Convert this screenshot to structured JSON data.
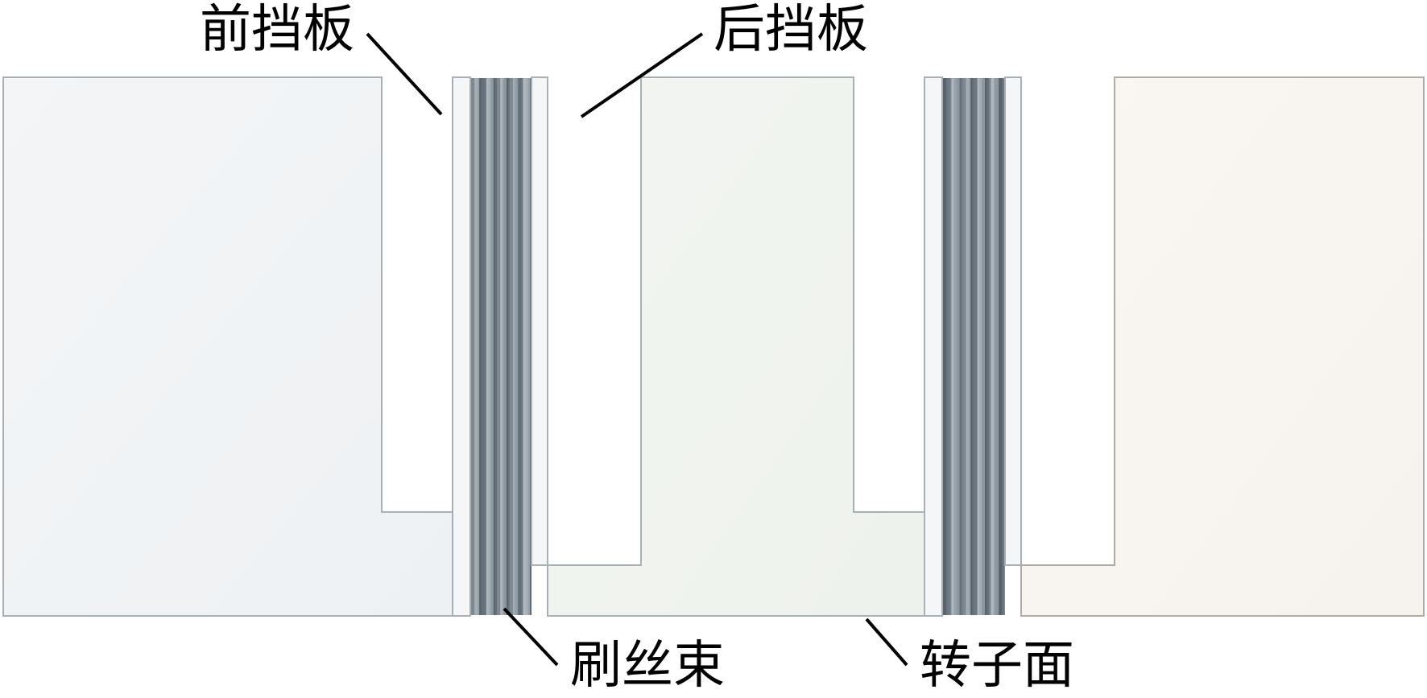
{
  "labels": {
    "front_baffle": "前挡板",
    "rear_baffle": "后挡板",
    "bristle_pack": "刷丝束",
    "rotor_surface": "转子面"
  },
  "colors": {
    "stator_left": "#f1f3f5",
    "stator_middle": "#f0f4ef",
    "stator_right": "#f8f5f1",
    "outline": "#a9b0b5",
    "bristle_light": "#8a969f",
    "bristle_dark": "#59636c",
    "baffle_plate": "#f4f6f7",
    "leader_line": "#000000"
  }
}
